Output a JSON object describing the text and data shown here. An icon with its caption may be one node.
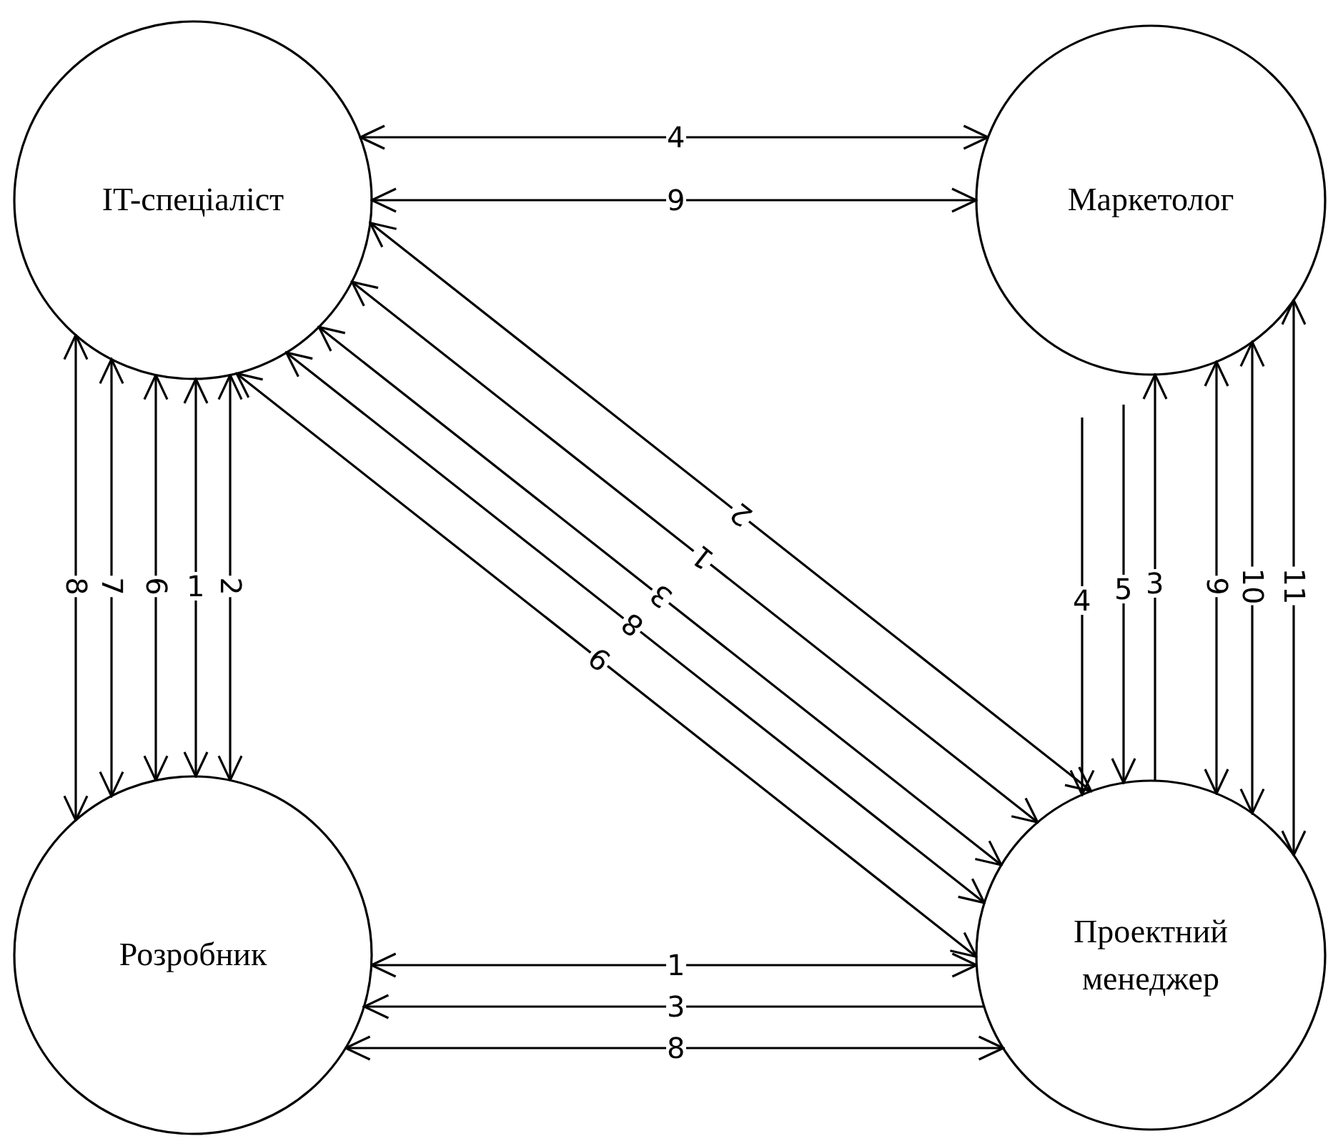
{
  "diagram": {
    "nodes": [
      {
        "text": [
          "IT-спеціаліст"
        ]
      },
      {
        "text": [
          "Маркетолог"
        ]
      },
      {
        "text": [
          "Розробник"
        ]
      },
      {
        "text": [
          "Проектний менеджер"
        ]
      }
    ],
    "edges": [
      {
        "from": 0,
        "to": 1,
        "arrow": "both",
        "label": "4"
      },
      {
        "from": 0,
        "to": 1,
        "arrow": "both",
        "label": "9"
      },
      {
        "from": 0,
        "to": 2,
        "arrow": "both",
        "label": "8"
      },
      {
        "from": 0,
        "to": 2,
        "arrow": "both",
        "label": "7"
      },
      {
        "from": 0,
        "to": 2,
        "arrow": "both",
        "label": "6"
      },
      {
        "from": 0,
        "to": 2,
        "arrow": "both",
        "label": "1"
      },
      {
        "from": 0,
        "to": 2,
        "arrow": "both",
        "label": "2"
      },
      {
        "from": 0,
        "to": 3,
        "arrow": "both",
        "label": "2"
      },
      {
        "from": 0,
        "to": 3,
        "arrow": "both",
        "label": "1"
      },
      {
        "from": 0,
        "to": 3,
        "arrow": "both",
        "label": "3"
      },
      {
        "from": 0,
        "to": 3,
        "arrow": "both",
        "label": "8"
      },
      {
        "from": 0,
        "to": 3,
        "arrow": "both",
        "label": "9"
      },
      {
        "from": null,
        "to": 3,
        "arrow": "to",
        "label": "4"
      },
      {
        "from": null,
        "to": 3,
        "arrow": "to",
        "label": "5"
      },
      {
        "from": 3,
        "to": 1,
        "arrow": "to",
        "label": "3"
      },
      {
        "from": 1,
        "to": 3,
        "arrow": "both",
        "label": "9"
      },
      {
        "from": 1,
        "to": 3,
        "arrow": "both",
        "label": "10"
      },
      {
        "from": 1,
        "to": 3,
        "arrow": "both",
        "label": "11"
      },
      {
        "from": 2,
        "to": 3,
        "arrow": "both",
        "label": "1"
      },
      {
        "from": 3,
        "to": 2,
        "arrow": "to",
        "label": "3"
      },
      {
        "from": 2,
        "to": 3,
        "arrow": "both",
        "label": "8"
      }
    ]
  }
}
